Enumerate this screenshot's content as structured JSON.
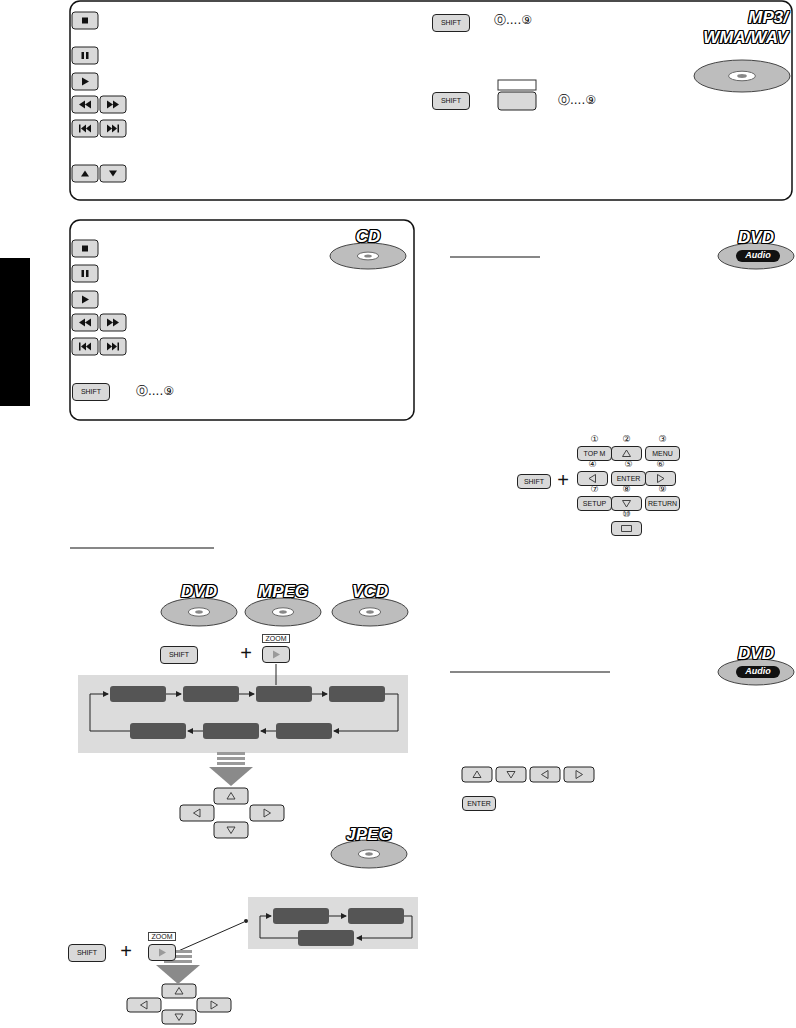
{
  "diagram": {
    "nodes": [
      {
        "text": [
          "SHIFT"
        ]
      },
      {
        "text": [
          "SHIFT"
        ]
      },
      {
        "text": [
          "SHIFT"
        ]
      },
      {
        "text": [
          "SHIFT"
        ]
      },
      {
        "text": [
          "①",
          "TOP M"
        ]
      },
      {
        "text": [
          "②"
        ]
      },
      {
        "text": [
          "③",
          "MENU"
        ]
      },
      {
        "text": [
          "④"
        ]
      },
      {
        "text": [
          "⑤",
          "ENTER"
        ]
      },
      {
        "text": [
          "⑥"
        ]
      },
      {
        "text": [
          "⑦",
          "SETUP"
        ]
      },
      {
        "text": [
          "⑧"
        ]
      },
      {
        "text": [
          "⑨",
          "RETURN"
        ]
      },
      {
        "text": [
          "⑩"
        ]
      },
      {
        "text": [
          "SHIFT"
        ]
      },
      {
        "text": [
          "ZOOM"
        ]
      },
      {
        "text": [
          "ENTER"
        ]
      },
      {
        "text": [
          "SHIFT"
        ]
      },
      {
        "text": [
          "ZOOM"
        ]
      }
    ],
    "labels": [
      "⓪....⑨",
      "MP3/ WMA/WAV",
      "⓪....⑨",
      "CD",
      "⓪....⑨",
      "DVD",
      "Audio",
      "+",
      "DVD",
      "Audio",
      "DVD",
      "MPEG",
      "VCD",
      "+",
      "JPEG",
      "+"
    ]
  }
}
